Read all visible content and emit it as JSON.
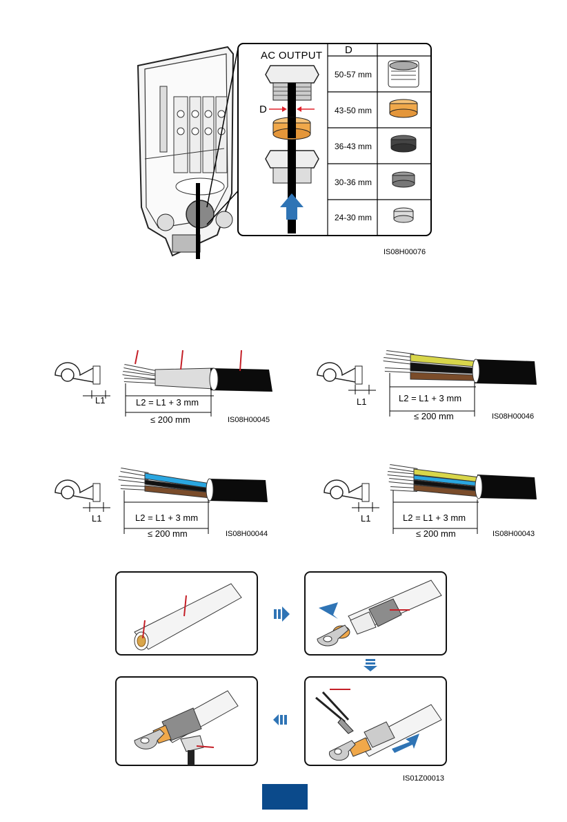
{
  "top_figure": {
    "panel_title": "AC OUTPUT",
    "column_header": "D",
    "diameter_marker": "D",
    "rows": [
      {
        "range": "50-57 mm",
        "ring": "black-threaded-nut"
      },
      {
        "range": "43-50 mm",
        "ring": "orange"
      },
      {
        "range": "36-43 mm",
        "ring": "dark-gray"
      },
      {
        "range": "30-36 mm",
        "ring": "gray"
      },
      {
        "range": "24-30 mm",
        "ring": "light-gray"
      }
    ],
    "figure_id": "IS08H00076",
    "colors": {
      "orange": "#f0a84a",
      "arrow_blue": "#2f74b5",
      "callout_red": "#e0202a"
    }
  },
  "cable_figures": [
    {
      "figure_id": "IS08H00045",
      "l1": "L1",
      "l2": "L2 = L1 + 3 mm",
      "max_len": "≤ 200 mm",
      "cores": [
        "white",
        "white",
        "white"
      ]
    },
    {
      "figure_id": "IS08H00046",
      "l1": "L1",
      "l2": "L2 = L1 + 3 mm",
      "max_len": "≤ 200 mm",
      "cores": [
        "yellow-green",
        "black",
        "brown"
      ]
    },
    {
      "figure_id": "IS08H00044",
      "l1": "L1",
      "l2": "L2 = L1 + 3 mm",
      "max_len": "≤ 200 mm",
      "cores": [
        "blue",
        "black",
        "brown"
      ]
    },
    {
      "figure_id": "IS08H00043",
      "l1": "L1",
      "l2": "L2 = L1 + 3 mm",
      "max_len": "≤ 200 mm",
      "cores": [
        "yellow-green",
        "blue",
        "black",
        "brown"
      ]
    }
  ],
  "crimp_figure": {
    "figure_id": "IS01Z00013",
    "steps": [
      "strip-cable",
      "insert-ot-terminal",
      "crimp-terminal",
      "shrink-tube"
    ]
  },
  "page_tab_color": "#0b4a8b"
}
